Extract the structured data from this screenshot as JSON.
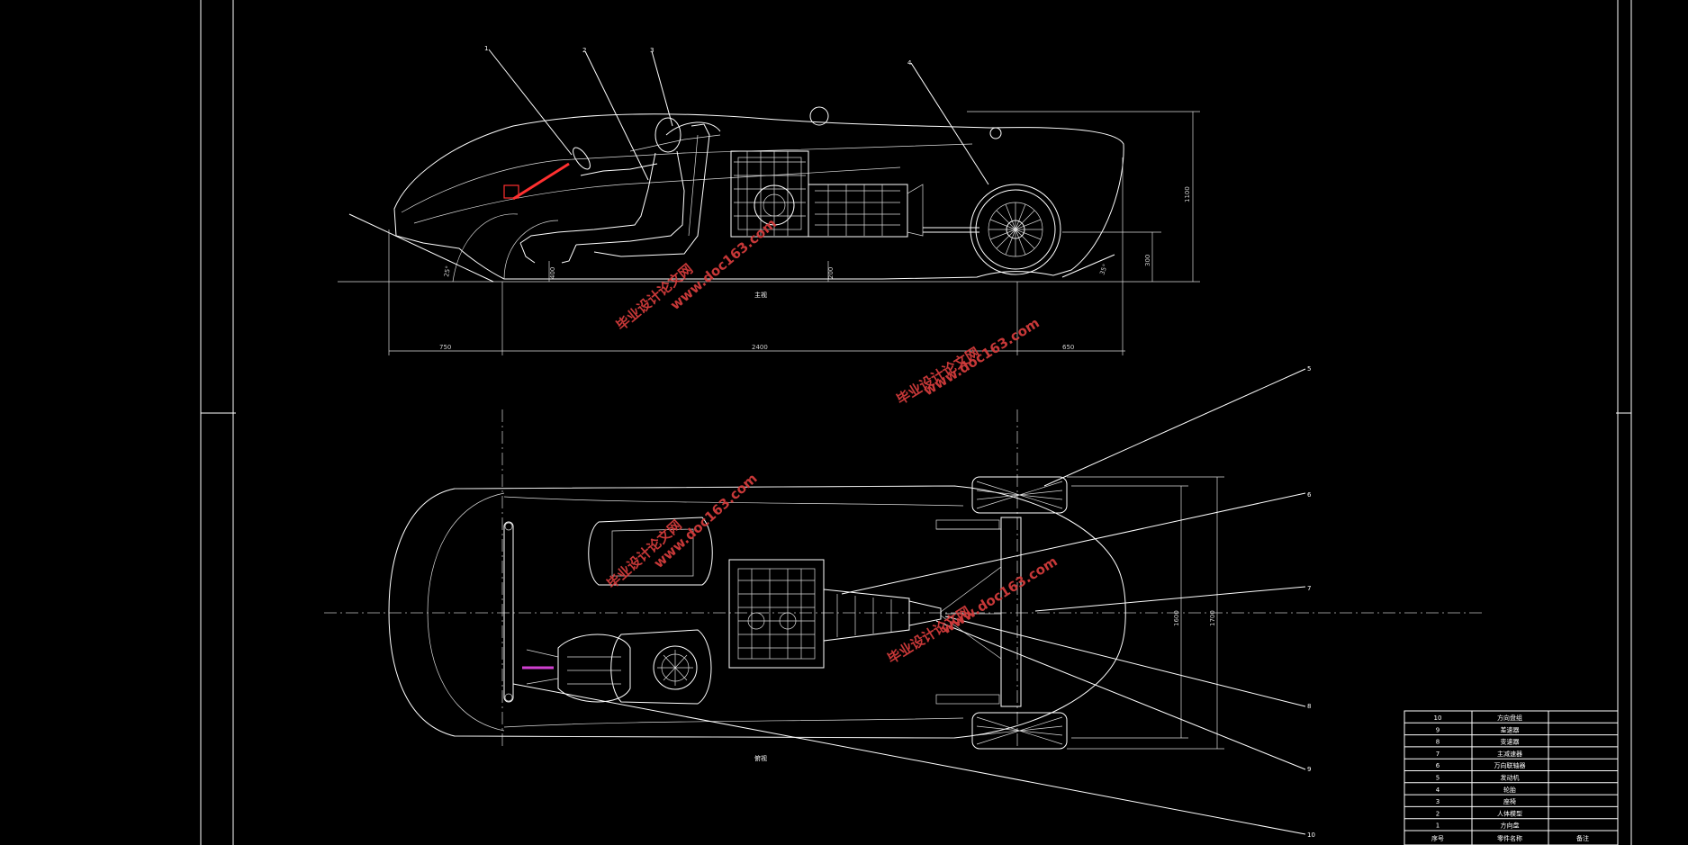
{
  "views": {
    "side_caption": "主视",
    "top_caption": "俯视"
  },
  "callouts": [
    "1",
    "2",
    "3",
    "4",
    "5",
    "6",
    "7",
    "8",
    "9",
    "10"
  ],
  "dimensions": {
    "front_overhang": "750",
    "wheelbase": "2400",
    "rear_overhang": "650",
    "height": "1100",
    "seat_height": "400",
    "engine_dim": "200",
    "wheel_clearance": "300",
    "angle_front": "25°",
    "angle_rear": "35°",
    "track_front": "1600",
    "track_rear": "1700"
  },
  "watermark": {
    "brand": "毕业设计论文网",
    "url": "www.doc163.com"
  },
  "parts_table": {
    "header": {
      "no": "序号",
      "name": "零件名称",
      "note": "备注"
    },
    "rows": [
      {
        "no": "10",
        "name": "方向盘组"
      },
      {
        "no": "9",
        "name": "差速器"
      },
      {
        "no": "8",
        "name": "变速器"
      },
      {
        "no": "7",
        "name": "主减速器"
      },
      {
        "no": "6",
        "name": "万向联轴器"
      },
      {
        "no": "5",
        "name": "发动机"
      },
      {
        "no": "4",
        "name": "轮胎"
      },
      {
        "no": "3",
        "name": "座椅"
      },
      {
        "no": "2",
        "name": "人体模型"
      },
      {
        "no": "1",
        "name": "方向盘"
      }
    ]
  },
  "colors": {
    "background": "#000000",
    "lines": "#ffffff",
    "watermark": "#d23b3b",
    "highlight": "#ff3030",
    "magenta": "#d040d0"
  }
}
